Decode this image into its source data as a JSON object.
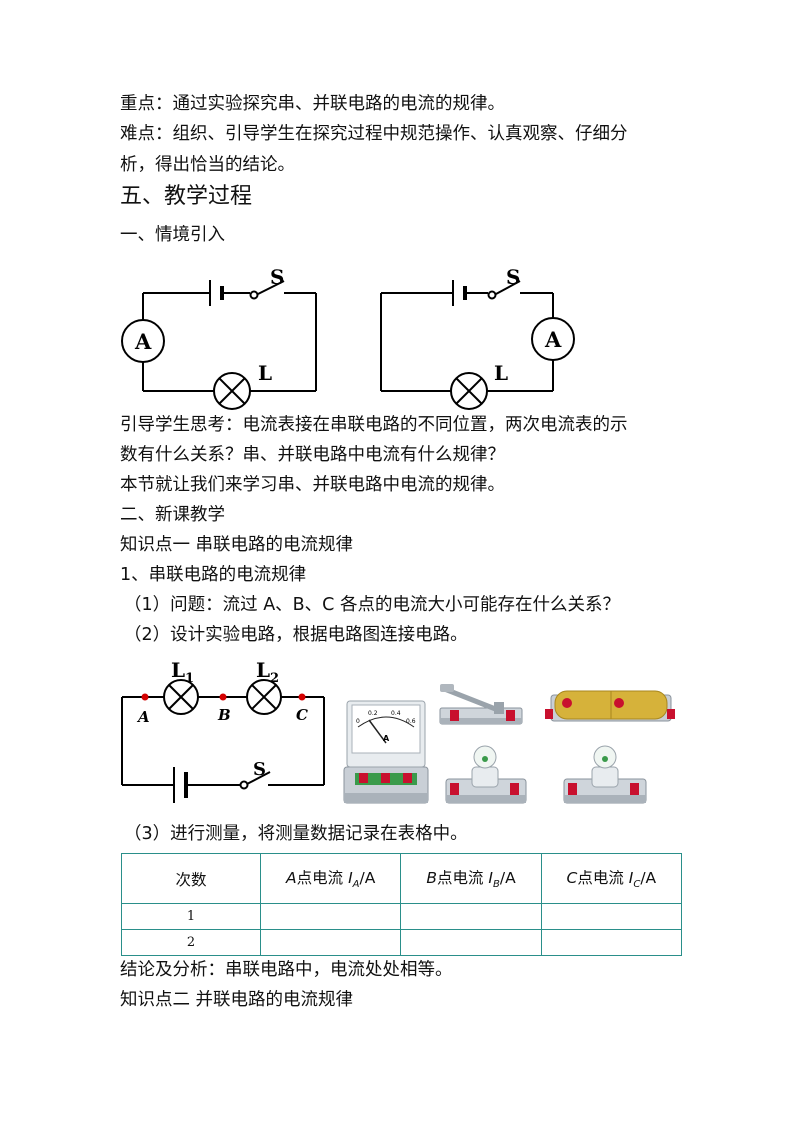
{
  "text": {
    "key_point": "重点：通过实验探究串、并联电路的电流的规律。",
    "difficulty_1": "难点：组织、引导学生在探究过程中规范操作、认真观察、仔细分",
    "difficulty_2": "析，得出恰当的结论。",
    "section5": "五、教学过程",
    "intro_heading": "一、情境引入",
    "guide_1": "引导学生思考：电流表接在串联电路的不同位置，两次电流表的示",
    "guide_2": "数有什么关系？串、并联电路中电流有什么规律？",
    "guide_3": "本节就让我们来学习串、并联电路中电流的规律。",
    "new_lesson": "二、新课教学",
    "point1": "知识点一  串联电路的电流规律",
    "sub1": "1、串联电路的电流规律",
    "q1": "（1）问题：流过 A、B、C 各点的电流大小可能存在什么关系？",
    "q2": "（2）设计实验电路，根据电路图连接电路。",
    "q3": "（3）进行测量，将测量数据记录在表格中。",
    "conclusion": "结论及分析：串联电路中，电流处处相等。",
    "point2": "知识点二  并联电路的电流规律"
  },
  "circuit_labels": {
    "switch": "S",
    "ammeter": "A",
    "lamp": "L",
    "lamp1": "L",
    "lamp1_sub": "1",
    "lamp2": "L",
    "lamp2_sub": "2",
    "point_a": "A",
    "point_b": "B",
    "point_c": "C",
    "meter_face": "A",
    "meter_ticks": [
      "0",
      "0.2",
      "0.4",
      "0.6"
    ]
  },
  "table": {
    "headers": [
      {
        "text": "次数"
      },
      {
        "pre": "A",
        "mid": "点电流 ",
        "var": "I",
        "sub": "A",
        "post": "/A"
      },
      {
        "pre": "B",
        "mid": "点电流 ",
        "var": "I",
        "sub": "B",
        "post": "/A"
      },
      {
        "pre": "C",
        "mid": "点电流 ",
        "var": "I",
        "sub": "C",
        "post": "/A"
      }
    ],
    "rows": [
      "1",
      "2"
    ]
  },
  "colors": {
    "table_border": "#2a8f8a",
    "node_red": "#d40000",
    "battery_gold": "#d6b23a",
    "terminal_red": "#c8102e"
  }
}
